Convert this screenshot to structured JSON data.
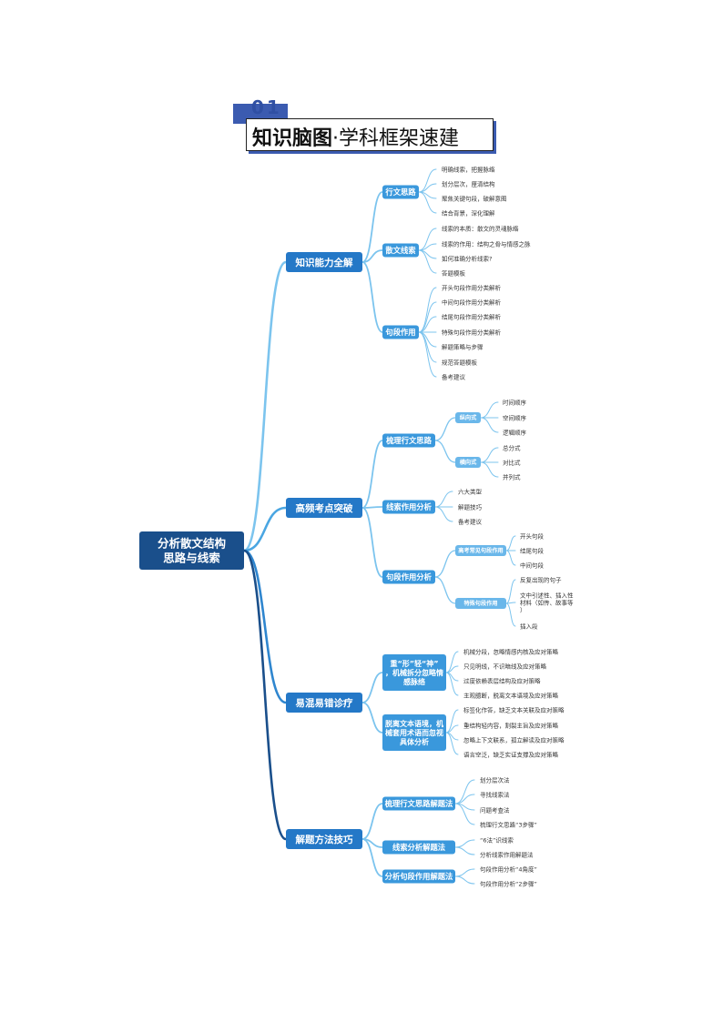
{
  "banner": {
    "number": "01",
    "title_bold": "知识脑图",
    "title_rest": "·学科框架速建"
  },
  "root": "分析散文结构\n思路与线索",
  "branches": [
    {
      "label": "知识能力全解",
      "children": [
        {
          "label": "行文思路",
          "children": [
            "明确线索，把握脉络",
            "划分层次，厘清结构",
            "聚焦关键句段，破解意图",
            "结合背景，深化理解"
          ]
        },
        {
          "label": "散文线索",
          "children": [
            "线索的本质：散文的灵魂脉络",
            "线索的作用：结构之骨与情感之脉",
            "如何准确分析线索?",
            "答题模板"
          ]
        },
        {
          "label": "句段作用",
          "children": [
            "开头句段作用分类解析",
            "中间句段作用分类解析",
            "结尾句段作用分类解析",
            "特殊句段作用分类解析",
            "解题策略与步骤",
            "规范答题模板",
            "备考建议"
          ]
        }
      ]
    },
    {
      "label": "高频考点突破",
      "children": [
        {
          "label": "梳理行文思路",
          "children": [
            {
              "label": "纵向式",
              "children": [
                "时间顺序",
                "空间顺序",
                "逻辑顺序"
              ]
            },
            {
              "label": "横向式",
              "children": [
                "总分式",
                "对比式",
                "并列式"
              ]
            }
          ]
        },
        {
          "label": "线索作用分析",
          "children": [
            "六大类型",
            "解题技巧",
            "备考建议"
          ]
        },
        {
          "label": "句段作用分析",
          "children": [
            {
              "label": "高考常见句段作用",
              "children": [
                "开头句段",
                "结尾句段",
                "中间句段"
              ]
            },
            {
              "label": "特殊句段作用",
              "children": [
                "反复出现的句子",
                "文中引述性、插入性材料（如传、故事等）",
                "插入段"
              ]
            }
          ]
        }
      ]
    },
    {
      "label": "易混易错诊疗",
      "children": [
        {
          "label": "重“形”轻“神”，机械拆分忽略情感脉络",
          "children": [
            "机械分段，忽略情感内核及应对策略",
            "只见明线，不识暗线及应对策略",
            "过度依赖表层结构及应对策略",
            "主观臆断，脱离文本语境及应对策略"
          ]
        },
        {
          "label": "脱离文本语境，机械套用术语而忽视具体分析",
          "children": [
            "标签化作答，缺乏文本关联及应对策略",
            "重结构轻内容，割裂主旨及应对策略",
            "忽略上下文联系，孤立解读及应对策略",
            "语言空泛，缺乏实证支撑及应对策略"
          ]
        }
      ]
    },
    {
      "label": "解题方法技巧",
      "children": [
        {
          "label": "梳理行文思路解题法",
          "children": [
            "划分层次法",
            "寻找线索法",
            "问题考查法",
            "梳理行文思路“3步骤”"
          ]
        },
        {
          "label": "线索分析解题法",
          "children": [
            "“6法”识线索",
            "分析线索作用解题法"
          ]
        },
        {
          "label": "分析句段作用解题法",
          "children": [
            "句段作用分析“4角度”",
            "句段作用分析“2步骤”"
          ]
        }
      ]
    }
  ],
  "colors": {
    "root_fill": "#1a4f8b",
    "branch_fill": "#2478c7",
    "sub_fill": "#3a98dc",
    "third_fill": "#6ab7ea",
    "line_light": "#7cc4ee",
    "line_mid": "#2f86cf",
    "line_dark": "#1a4f8b"
  }
}
